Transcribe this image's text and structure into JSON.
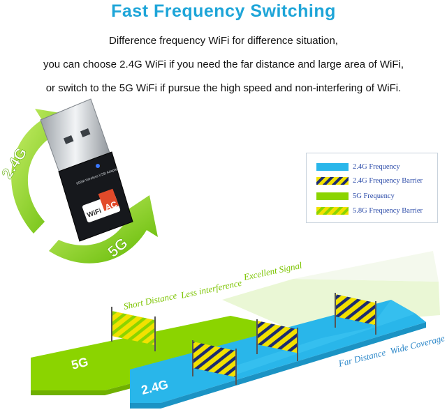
{
  "title": "Fast Frequency Switching",
  "description": [
    "Difference frequency WiFi for difference situation,",
    "you can choose 2.4G WiFi if you need the far distance and large area of WiFi,",
    "or switch to the 5G WiFi if pursue the high speed and non-interfering of WiFi."
  ],
  "adapter": {
    "label_24g": "2.4G",
    "label_5g": "5G",
    "body_text": "600M Wireless USB Adapter",
    "badge_wifi": "WiFi",
    "badge_ac": "AC"
  },
  "legend": [
    {
      "label": "2.4G Frequency",
      "swatch": "blue"
    },
    {
      "label": "2.4G Frequency Barrier",
      "swatch": "hatch-blue"
    },
    {
      "label": "5G Frequency",
      "swatch": "green"
    },
    {
      "label": "5.8G Frequency Barrier",
      "swatch": "hatch-green"
    }
  ],
  "diagram": {
    "label_5g_band": "5G",
    "label_24g_band": "2.4G",
    "green_features": [
      "Short Distance",
      "Less interference",
      "Excellent Signal"
    ],
    "blue_features": [
      "Far Distance",
      "Wide Coverage"
    ]
  },
  "colors": {
    "title": "#1ea5d8",
    "blue": "#29b6ea",
    "green": "#8bd400",
    "barrier_yellow": "#f2e100",
    "barrier_navy": "#1c2c70"
  }
}
